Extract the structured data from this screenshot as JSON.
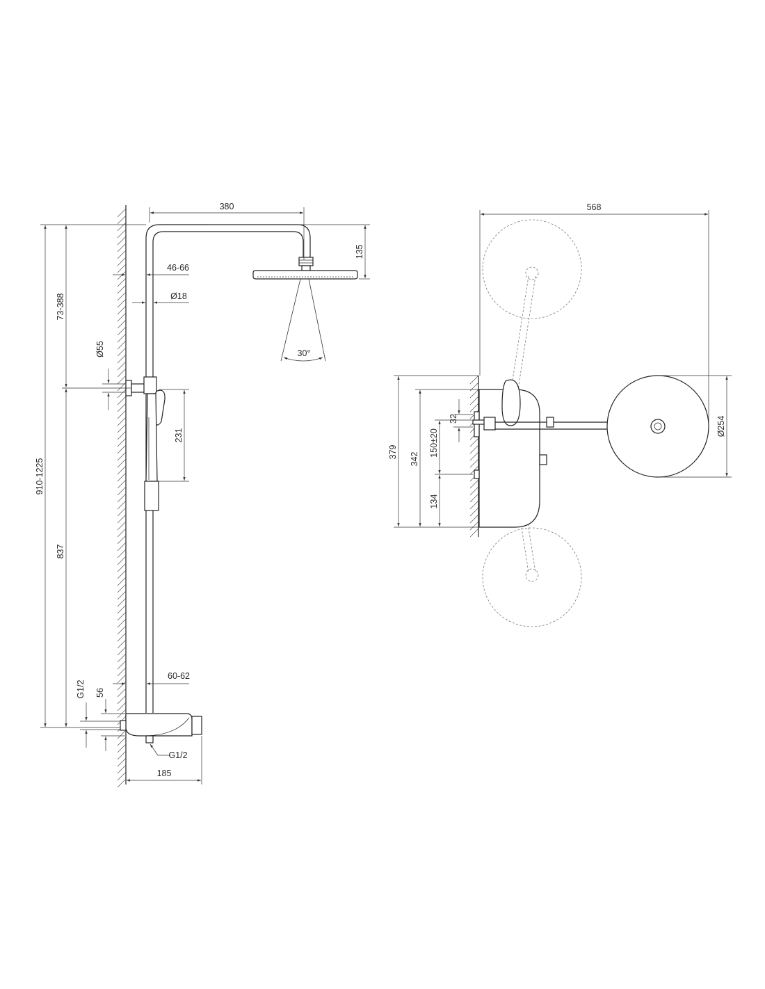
{
  "side_view": {
    "labels": {
      "arm_length": "380",
      "head_height": "135",
      "wall_distance_top": "46-66",
      "pipe_diameter": "Ø18",
      "spray_angle": "30°",
      "holder_adjust": "73-388",
      "holder_diameter": "Ø55",
      "handshower_length": "231",
      "total_height": "910-1225",
      "lower_height": "837",
      "wall_distance_bottom": "60-62",
      "inlet_thread": "G1/2",
      "inlet_offset": "56",
      "outlet_thread": "G1/2",
      "mixer_depth": "185"
    }
  },
  "top_view": {
    "labels": {
      "total_width": "568",
      "head_diameter": "Ø254",
      "depth_total": "379",
      "depth_mid": "342",
      "connection_spacing": "150±20",
      "lower_offset": "134",
      "holder_offset": "32"
    }
  }
}
